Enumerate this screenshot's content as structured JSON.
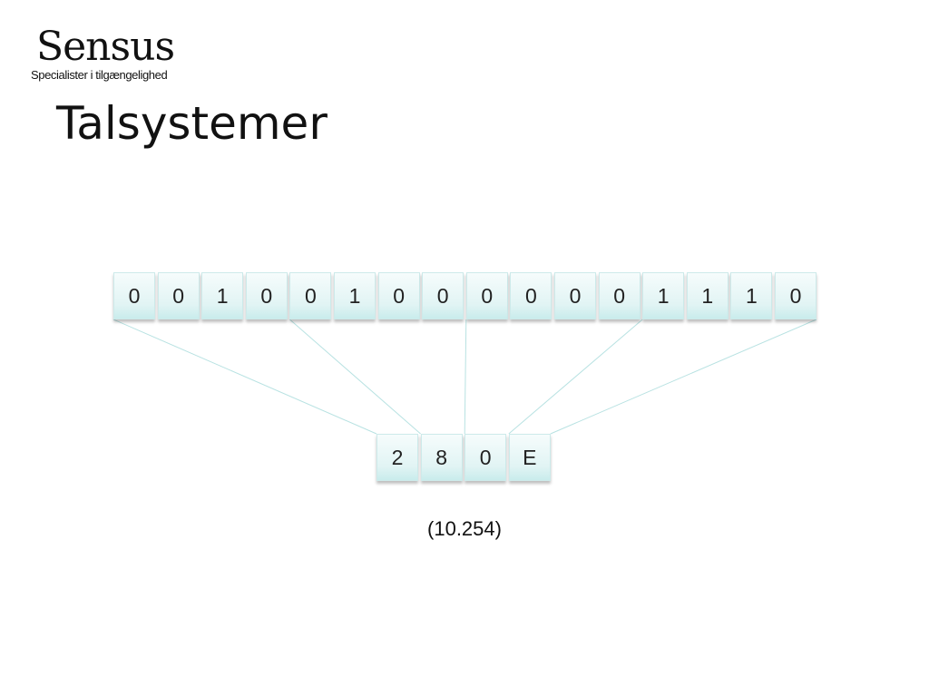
{
  "logo": {
    "name": "Sensus",
    "tagline": "Specialister i tilgængelighed"
  },
  "slide": {
    "title": "Talsystemer",
    "binary_digits": [
      "0",
      "0",
      "1",
      "0",
      "0",
      "1",
      "0",
      "0",
      "0",
      "0",
      "0",
      "0",
      "1",
      "1",
      "1",
      "0"
    ],
    "hex_digits": [
      "2",
      "8",
      "0",
      "E"
    ],
    "decimal_label": "(10.254)"
  },
  "colors": {
    "cell_fill": "#e1f4f4",
    "cell_border": "#cdeaea",
    "connector_line": "#b8e2e2",
    "text": "#111111"
  }
}
